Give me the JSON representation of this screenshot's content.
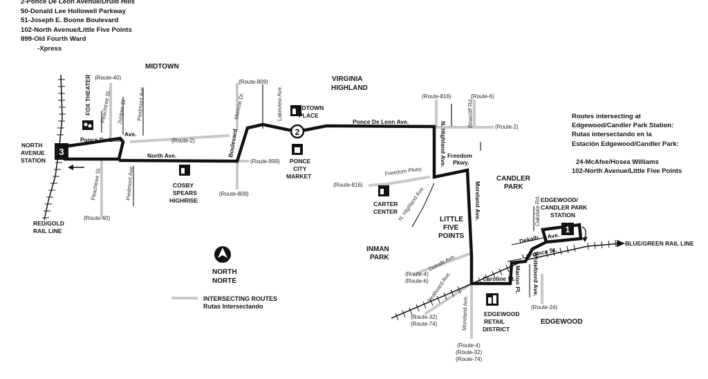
{
  "route_list": [
    "2-Ponce De Leon Avenue/Druid Hills",
    "50-Donald Lee Hollowell Parkway",
    "51-Joseph E. Boone Boulevard",
    "102-North Avenue/Little Five Points",
    "899-Old Fourth Ward",
    "-Xpress"
  ],
  "neighborhoods": {
    "midtown": "MIDTOWN",
    "virginia_highland_1": "VIRGINIA",
    "virginia_highland_2": "HIGHLAND",
    "candler_park_1": "CANDLER",
    "candler_park_2": "PARK",
    "little_five_points_1": "LITTLE",
    "little_five_points_2": "FIVE",
    "little_five_points_3": "POINTS",
    "inman_park_1": "INMAN",
    "inman_park_2": "PARK",
    "edgewood": "EDGEWOOD"
  },
  "stations": {
    "north_avenue": [
      "NORTH",
      "AVENUE",
      "STATION"
    ],
    "north_avenue_number": "3",
    "edgewood": [
      "EDGEWOOD/",
      "CANDLER PARK",
      "STATION"
    ],
    "edgewood_number": "1",
    "midpoint_number": "2"
  },
  "rail_lines": {
    "red_gold": [
      "RED/GOLD",
      "RAIL LINE"
    ],
    "blue_green": "BLUE/GREEN RAIL LINE"
  },
  "landmarks": {
    "fox_theater": "FOX THEATER",
    "midtown_place": [
      "MIDTOWN",
      "PLACE"
    ],
    "ponce_city_market": [
      "PONCE",
      "CITY",
      "MARKET"
    ],
    "cosby_spears": [
      "COSBY",
      "SPEARS",
      "HIGHRISE"
    ],
    "carter_center": [
      "CARTER",
      "CENTER"
    ],
    "edgewood_retail": [
      "EDGEWOOD",
      "RETAIL",
      "DISTRICT"
    ]
  },
  "streets": {
    "ponce_de_leon_west": "Ponce De Leon",
    "ponce_ave": "Ave.",
    "north_ave": "North Ave.",
    "ponce_de_leon_east": "Ponce De Leon Ave.",
    "peachtree_top": "Peachtree St.",
    "peachtree_bottom": "Peachtree St.",
    "juniper": "Juniper St.",
    "piedmont_top": "Piedmont Ave.",
    "piedmont_bottom": "Piedmont Ave.",
    "monroe": "Monroe Dr.",
    "boulevard": "Boulevard",
    "lakeview": "Lakeview Ave.",
    "n_highland_top": "N. Highland Ave.",
    "n_highland_diag": "N. Highland Ave.",
    "briarcliff": "Briarcliff Rd.",
    "freedom_pkwy": [
      "Freedom",
      "Pkwy."
    ],
    "freedom_pkwy_gray": "Freedom Pkwy.",
    "moreland_top": "Moreland Ave.",
    "moreland_bottom": "Moreland Ave.",
    "dekalb_west": "Dekalb Ave.",
    "dekalb_east": "Dekalb",
    "dekalb_ave": "Ave.",
    "caroline": "Caroline St.",
    "marion": "Marion Pl.",
    "lafrance": "LaFrance St.",
    "whitefoord": "Whitefoord Ave.",
    "oakdale": "Oakdale Rd.",
    "seaboard": "Seaboard Ave."
  },
  "route_labels": {
    "r40_top": "(Route-40)",
    "r40_bottom": "(Route-40)",
    "r2_west": "(Route-2)",
    "r809_top": "(Route-809)",
    "r809_bottom": "(Route-809)",
    "r899": "(Route-899)",
    "r816_top": "(Route-816)",
    "r816_west": "(Route-816)",
    "r6_top": "(Route-6)",
    "r2_east": "(Route-2)",
    "r4_6": [
      "(Route-4)",
      "(Route-6)"
    ],
    "r32_74": [
      "(Route-32)",
      "(Route-74)"
    ],
    "r4_32_74": [
      "(Route-4)",
      "(Route-32)",
      "(Route-74)"
    ],
    "r24": "(Route-24)"
  },
  "compass": [
    "NORTH",
    "NORTE"
  ],
  "legend": [
    "INTERSECTING ROUTES",
    "Rutas Intersectando"
  ],
  "intersect_panel": {
    "heading": [
      "Routes intersecting at",
      "Edgewood/Candler Park Station:",
      "Rutas intersectando en la",
      "Estación Edgewood/Candler Park:"
    ],
    "routes": [
      "24-McAfee/Hosea Williams",
      "102-North Avenue/Little Five Points"
    ]
  },
  "colors": {
    "route_line": "#111111",
    "intersecting": "#c8c8c8",
    "street": "#333333"
  }
}
